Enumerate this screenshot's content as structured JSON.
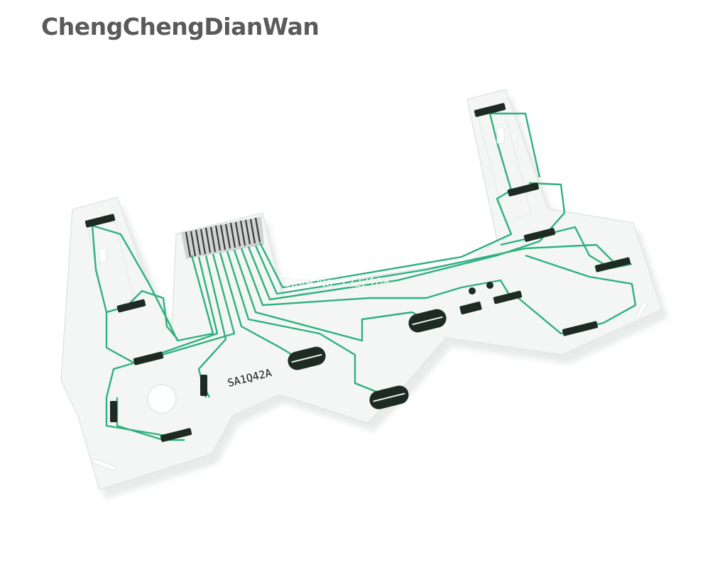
{
  "brand": {
    "watermark": "ChengChengDianWan"
  },
  "store": {
    "watermark": "Store No: 1222108"
  },
  "product": {
    "part_code": "SA1Q42A"
  },
  "colors": {
    "film": "#f1f4f3",
    "trace": "#2fb080",
    "contact": "#1e2a24",
    "connector": "#3a3a3a"
  }
}
